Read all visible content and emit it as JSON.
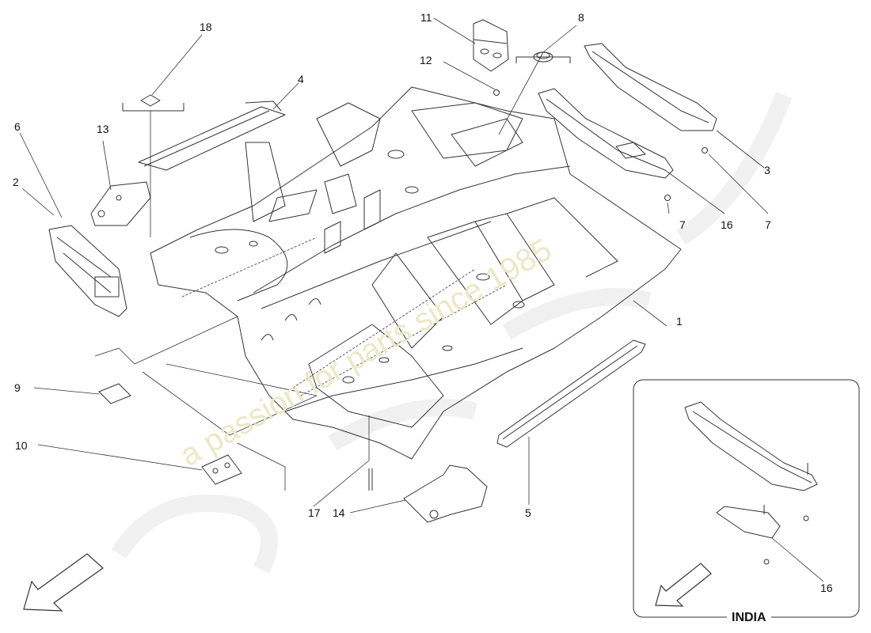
{
  "callouts": {
    "c1": "1",
    "c2": "2",
    "c3": "3",
    "c4": "4",
    "c5": "5",
    "c6": "6",
    "c7a": "7",
    "c7b": "7",
    "c8": "8",
    "c9": "9",
    "c10": "10",
    "c11": "11",
    "c12": "12",
    "c13": "13",
    "c14": "14",
    "c16a": "16",
    "c16b": "16",
    "c17": "17",
    "c18": "18"
  },
  "inset": {
    "label": "INDIA"
  },
  "watermark": {
    "text": "a passion for parts since 1985"
  },
  "colors": {
    "line": "#333333",
    "watermark": "#e9e9c7",
    "logo": "#eeeeee"
  }
}
